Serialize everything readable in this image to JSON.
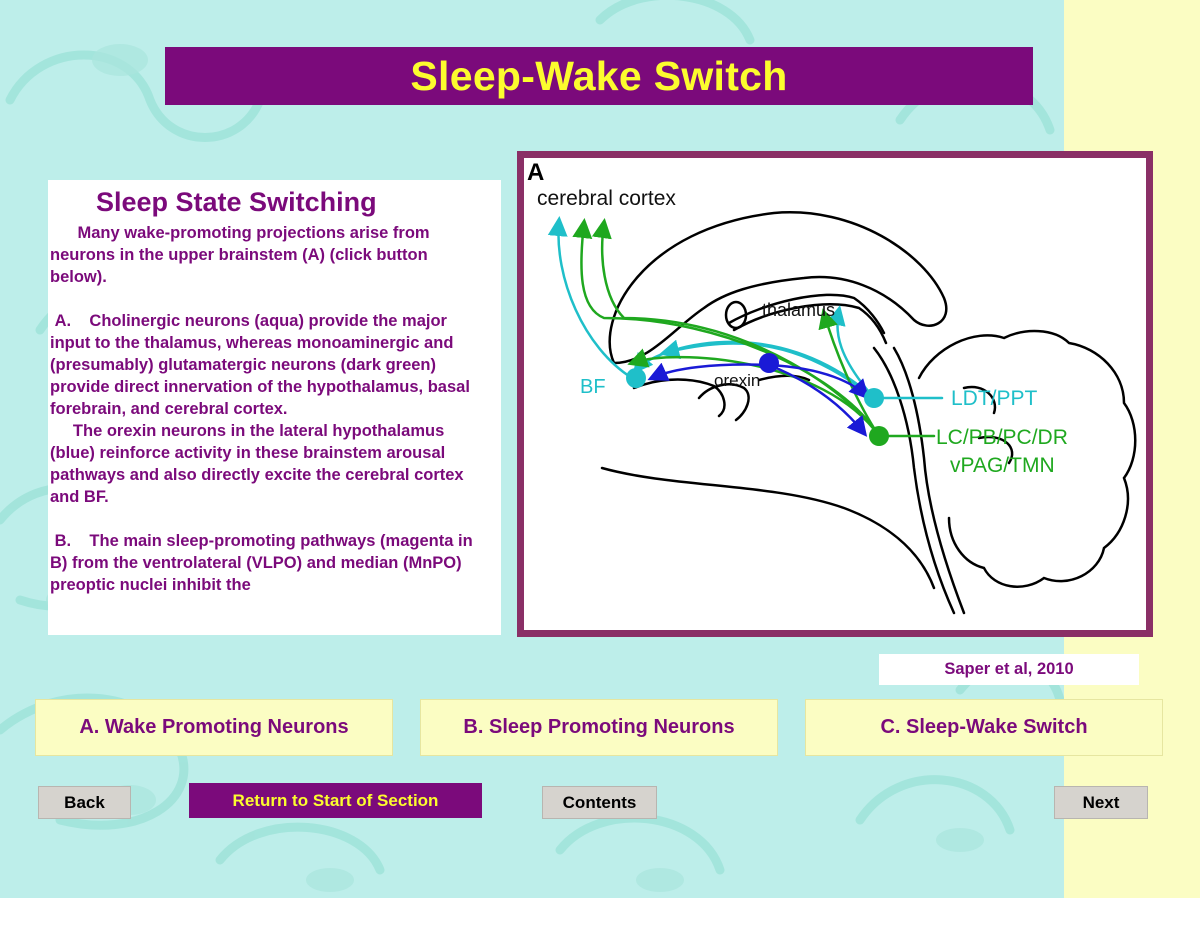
{
  "page_title": "Sleep-Wake Switch",
  "text_panel": {
    "heading": "Sleep State Switching",
    "paragraphs": [
      "      Many wake-promoting projections arise from neurons in the upper brainstem (A) (click button below).",
      "",
      " A.    Cholinergic neurons (aqua) provide the major input to the thalamus, whereas monoaminergic and (presumably) glutamatergic neurons (dark green) provide direct innervation of the hypothalamus, basal forebrain, and cerebral cortex.",
      "     The orexin neurons in the lateral hypothalamus (blue) reinforce activity in these brainstem arousal pathways and also directly excite the cerebral cortex and BF.",
      "",
      " B.    The main sleep-promoting pathways (magenta in B) from the ventrolateral (VLPO) and median (MnPO) preoptic nuclei inhibit the"
    ]
  },
  "figure": {
    "panel_letter": "A",
    "labels": {
      "cerebral_cortex": "cerebral cortex",
      "thalamus": "thalamus",
      "bf": "BF",
      "orexin": "orexin",
      "ldt_ppt": "LDT/PPT",
      "lc_line1": "LC/PB/PC/DR",
      "lc_line2": "vPAG/TMN"
    },
    "colors": {
      "aqua": "#1fbfc9",
      "green": "#1fa81f",
      "blue": "#1a1ad6",
      "outline": "#000000"
    }
  },
  "citation": "Saper et al, 2010",
  "section_buttons": {
    "a": "A. Wake Promoting Neurons",
    "b": "B. Sleep Promoting Neurons",
    "c": "C. Sleep-Wake Switch"
  },
  "nav": {
    "back": "Back",
    "return": "Return to Start of Section",
    "contents": "Contents",
    "next": "Next"
  },
  "colors": {
    "background": "#bdeeea",
    "side_band": "#fbfdc3",
    "title_bar": "#7b0a7b",
    "title_text": "#fcfc2e",
    "body_text": "#7b0a7b",
    "figure_frame": "#8a2f66"
  },
  "icons": {
    "scroll_up": "triangle-up-icon",
    "scroll_down": "triangle-down-icon"
  }
}
